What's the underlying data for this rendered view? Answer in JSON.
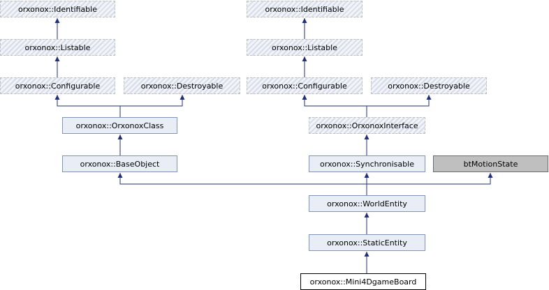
{
  "nodes": {
    "identifiable_a": "orxonox::Identifiable",
    "listable_a": "orxonox::Listable",
    "configurable_a": "orxonox::Configurable",
    "destroyable_a": "orxonox::Destroyable",
    "orxonoxclass": "orxonox::OrxonoxClass",
    "baseobject": "orxonox::BaseObject",
    "identifiable_b": "orxonox::Identifiable",
    "listable_b": "orxonox::Listable",
    "configurable_b": "orxonox::Configurable",
    "destroyable_b": "orxonox::Destroyable",
    "orxonoxinterface": "orxonox::OrxonoxInterface",
    "synchronisable": "orxonox::Synchronisable",
    "btmotionstate": "btMotionState",
    "worldentity": "orxonox::WorldEntity",
    "staticentity": "orxonox::StaticEntity",
    "mini4dgameboard": "orxonox::Mini4DgameBoard"
  },
  "colors": {
    "edge": "#1f2f7a",
    "virtual_border": "#bfbfbf",
    "normal_fill": "#e8edf6",
    "external_fill": "#bfbfbf"
  }
}
